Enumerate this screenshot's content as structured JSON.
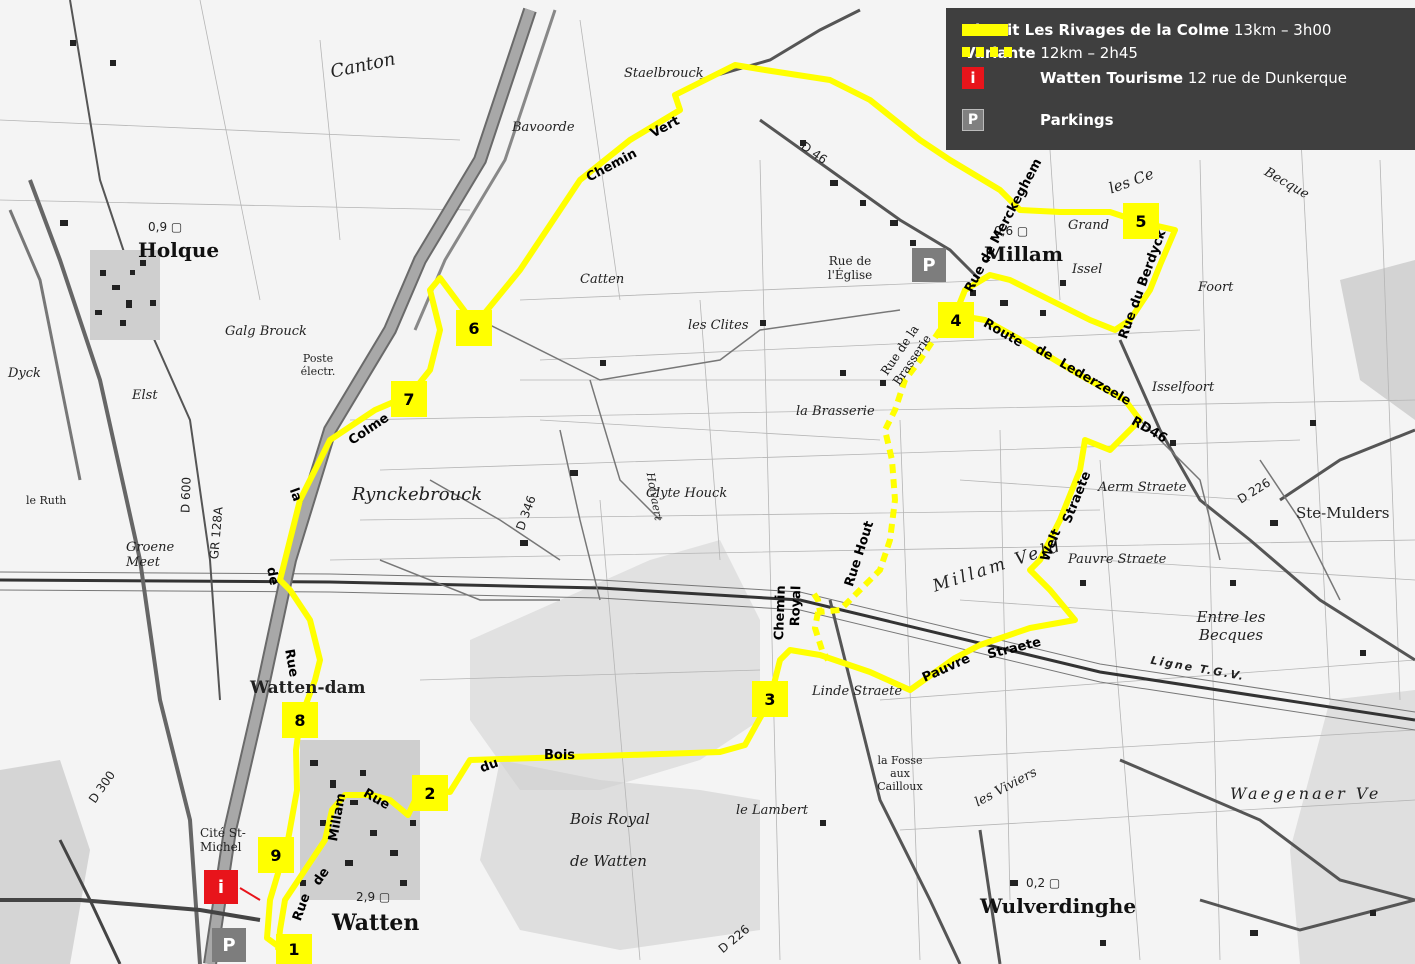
{
  "legend": {
    "items": [
      {
        "name": "Circuit Les Rivages de la Colme",
        "detail": "13km – 3h00",
        "symbol": "yellow-solid-line-icon"
      },
      {
        "name": "Variante",
        "detail": "12km – 2h45",
        "symbol": "yellow-dashed-line-icon"
      },
      {
        "name": "Watten Tourisme",
        "detail": "12 rue de Dunkerque",
        "symbol": "info-icon",
        "symbol_text": "i"
      },
      {
        "name": "Parkings",
        "detail": "",
        "symbol": "parking-icon",
        "symbol_text": "P"
      }
    ],
    "colors": {
      "route": "#ffff00",
      "info": "#e8141b",
      "parking": "#808080",
      "panel": "#3f3f3f"
    }
  },
  "waypoints": [
    "1",
    "2",
    "3",
    "4",
    "5",
    "6",
    "7",
    "8",
    "9"
  ],
  "markers": {
    "parking": "P",
    "info": "i"
  },
  "route_labels": {
    "chemin_vert_1": "Chemin",
    "chemin_vert_2": "Vert",
    "rue_merckeghem": "Rue de Merckeghem",
    "rue_berdyck": "Rue du Berdyck",
    "route_lederzeele_1": "Route",
    "route_lederzeele_2": "de",
    "route_lederzeele_3": "Lederzeele",
    "rd46": "RD46",
    "welt_straete": "Welt",
    "welt_straete_2": "Straete",
    "pauvre_straete_1": "Pauvre",
    "pauvre_straete_2": "Straete",
    "rue_hout": "Rue Hout",
    "chemin_royal_1": "Chemin",
    "chemin_royal_2": "Royal",
    "rue_du_bois_1": "Rue",
    "rue_du_bois_2": "du",
    "rue_du_bois_3": "Bois",
    "rue_de_millam_1": "Rue",
    "rue_de_millam_2": "de",
    "rue_de_millam_3": "Millam",
    "rue_colme_1": "Rue",
    "rue_colme_2": "de",
    "rue_colme_3": "la",
    "rue_colme_4": "Colme",
    "rue_brasserie_1": "Rue de la",
    "rue_brasserie_2": "Brasserie"
  },
  "places": {
    "holque": "Holque",
    "millam": "Millam",
    "watten": "Watten",
    "wulverdinghe": "Wulverdinghe",
    "watten_dam": "Watten-dam",
    "canton": "Canton",
    "bavoorde": "Bavoorde",
    "staelbrouck": "Staelbrouck",
    "catten": "Catten",
    "les_clites": "les Clites",
    "la_brasserie": "la Brasserie",
    "rynckebrouck": "Rynckebrouck",
    "clyte_houck": "Clyte Houck",
    "galg_brouck": "Galg Brouck",
    "poste_electr": "Poste électr.",
    "elst": "Elst",
    "dyck": "Dyck",
    "le_ruth": "le Ruth",
    "groene_meet": "Groene Meet",
    "cite_st_michel": "Cité St-Michel",
    "bois_royal": "Bois Royal",
    "de_watten": "de Watten",
    "le_lambert": "le Lambert",
    "la_fosse": "la Fosse aux Cailloux",
    "linde_straete": "Linde Straete",
    "millam_veld": "Millam Veld",
    "aerm_straete": "Aerm Straete",
    "pauvre_straete_place": "Pauvre Straete",
    "isselfoort": "Isselfoort",
    "issel": "Issel",
    "foort": "Foort",
    "entre_les_becques": "Entre les Becques",
    "ste_mulders": "Ste-Mulders",
    "waegenaer": "Waegenaer Ve",
    "les_viviers": "les Viviers",
    "ligne_tgv": "Ligne T.G.V.",
    "rue_eglise": "Rue de l'Église",
    "grand": "Grand",
    "les_ce": "les Ce",
    "becque": "Becque",
    "holvaert": "Holvaert"
  },
  "pop": {
    "holque": "0,9",
    "millam": "0,6",
    "watten": "2,9",
    "wulverdinghe": "0,2"
  },
  "road_numbers": {
    "d46": "D 46",
    "d346": "D 346",
    "d600": "D 600",
    "gr128a": "GR 128A",
    "d226": "D 226",
    "d300": "D 300",
    "d226b": "D 226"
  }
}
